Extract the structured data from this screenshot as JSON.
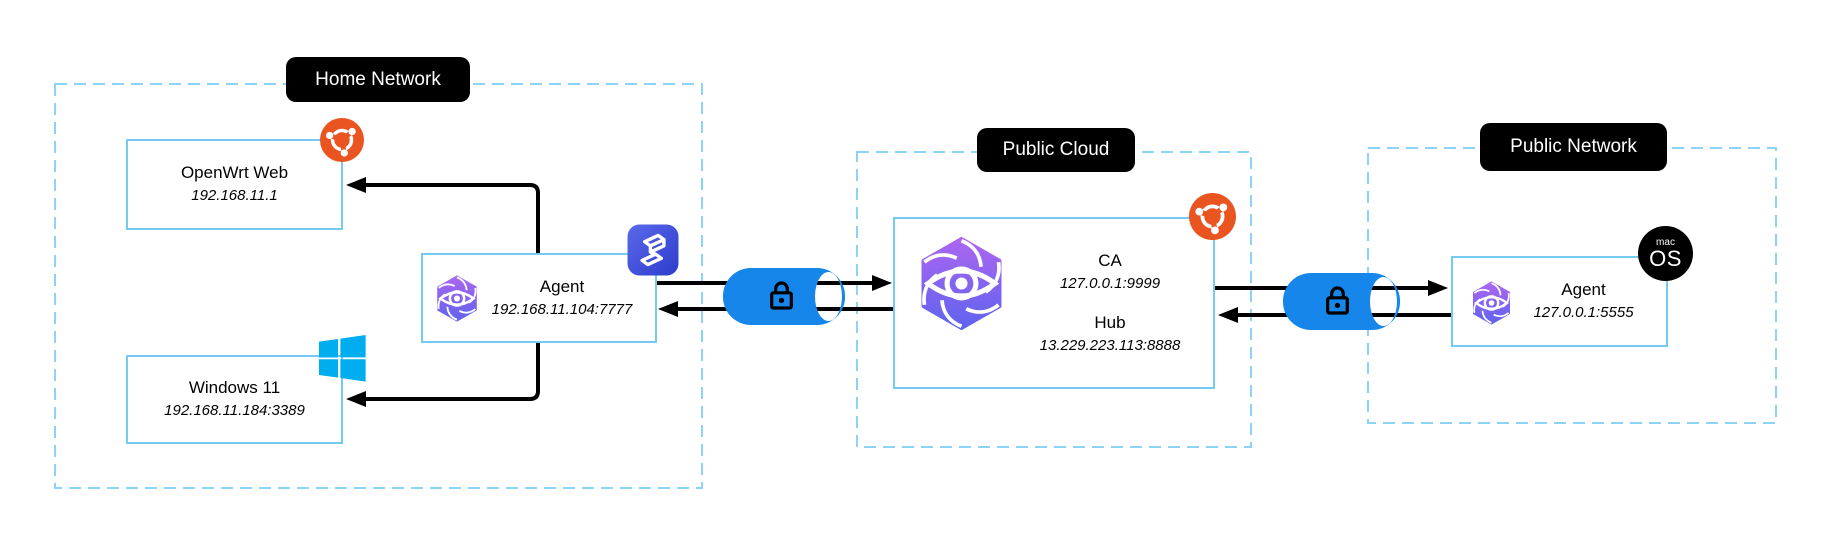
{
  "groups": {
    "home": {
      "label": "Home Network"
    },
    "cloud": {
      "label": "Public Cloud"
    },
    "public": {
      "label": "Public Network"
    }
  },
  "nodes": {
    "openwrt": {
      "title": "OpenWrt Web",
      "address": "192.168.11.1",
      "os": "ubuntu"
    },
    "windows": {
      "title": "Windows 11",
      "address": "192.168.11.184:3389",
      "os": "windows"
    },
    "agent_home": {
      "title": "Agent",
      "address": "192.168.11.104:7777",
      "logo": "eye-logo",
      "app_badge": "tunnel-app"
    },
    "hub": {
      "ca_title": "CA",
      "ca_address": "127.0.0.1:9999",
      "hub_title": "Hub",
      "hub_address": "13.229.223.113:8888",
      "os": "ubuntu",
      "logo": "eye-logo"
    },
    "agent_public": {
      "title": "Agent",
      "address": "127.0.0.1:5555",
      "os": "macos",
      "logo": "eye-logo"
    }
  },
  "macos_badge": {
    "line1": "mac",
    "line2": "OS"
  },
  "tunnels": {
    "left": {
      "icon": "lock-icon",
      "style": "encrypted-tube"
    },
    "right": {
      "icon": "lock-icon",
      "style": "encrypted-tube"
    }
  },
  "colors": {
    "group_dash_border": "#8BD4F7",
    "node_border": "#74CBF2",
    "tunnel_blue": "#1686EB",
    "ubuntu_orange": "#E95420",
    "windows_blue": "#00ADEF",
    "eye_gradient_top": "#AC66F1",
    "eye_gradient_bottom": "#5F63EE",
    "app_icon_blue_top": "#5A6AEA",
    "app_icon_blue_bottom": "#2D3BCC",
    "label_badge_bg": "#000000",
    "label_badge_text": "#FFFFFF",
    "arrow_black": "#000000"
  }
}
